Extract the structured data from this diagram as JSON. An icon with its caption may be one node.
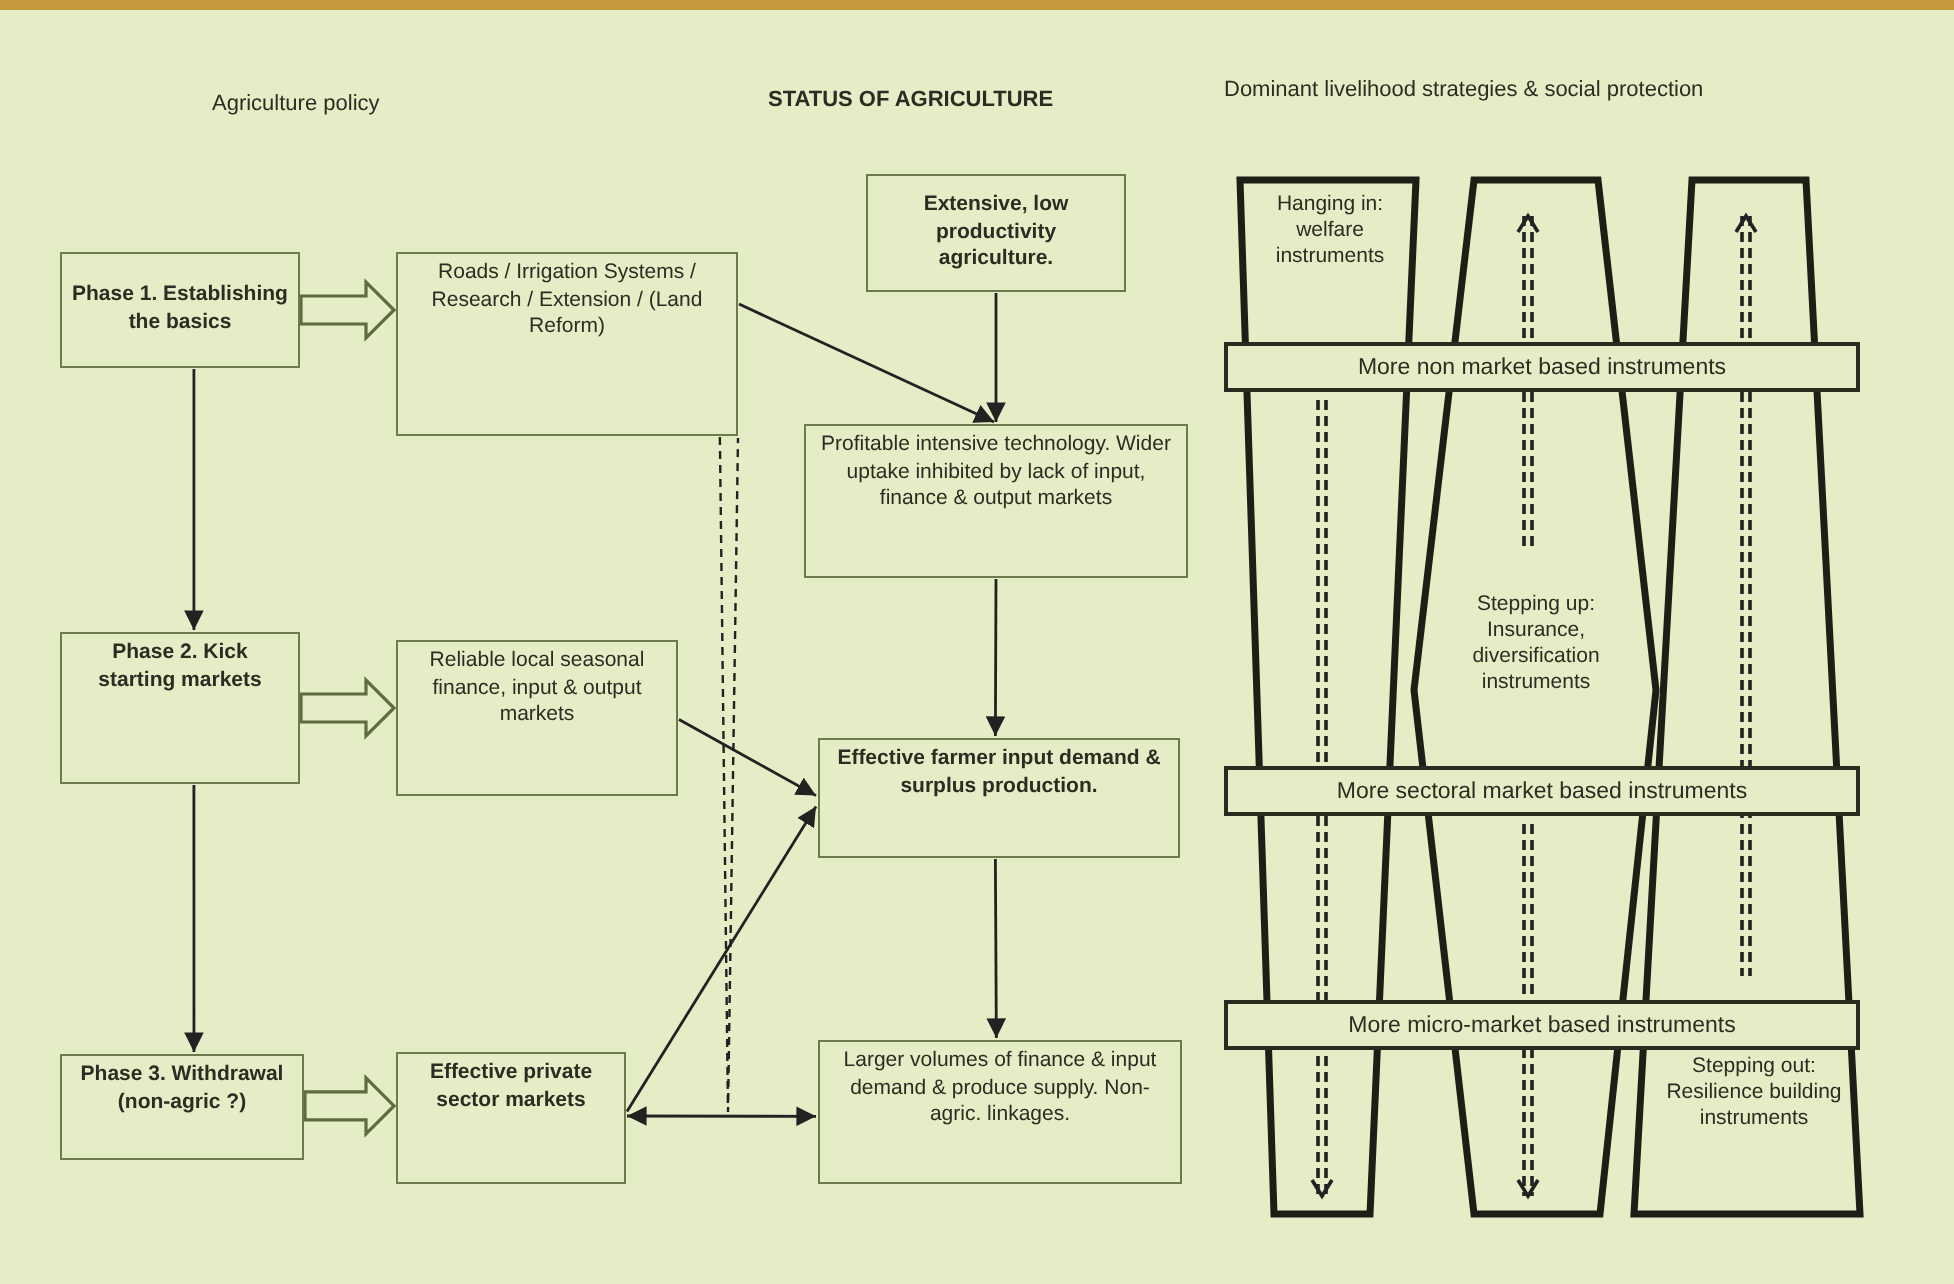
{
  "diagram": {
    "nodes": [
      {
        "text": [
          "Phase 1. Establishing the basics"
        ]
      },
      {
        "text": [
          "Roads / Irrigation Systems / Research / Extension / (Land Reform)"
        ]
      },
      {
        "text": [
          "Extensive, low productivity agriculture."
        ]
      },
      {
        "text": [
          "Profitable intensive technology. Wider uptake inhibited by lack of input, finance & output markets"
        ]
      },
      {
        "text": [
          "Phase 2. Kick starting markets"
        ]
      },
      {
        "text": [
          "Reliable local seasonal finance, input & output markets"
        ]
      },
      {
        "text": [
          "Effective farmer input demand & surplus production."
        ]
      },
      {
        "text": [
          "Phase 3. Withdrawal (non-agric ?)"
        ]
      },
      {
        "text": [
          "Effective private sector markets"
        ]
      },
      {
        "text": [
          "Larger volumes of finance & input demand & produce supply. Non-agric. linkages."
        ]
      },
      {
        "text": [
          "Hanging in: welfare instruments"
        ]
      },
      {
        "text": [
          "Stepping up: Insurance, diversification instruments"
        ]
      },
      {
        "text": [
          "Stepping out: Resilience building instruments"
        ]
      },
      {
        "text": [
          "More non market based instruments"
        ]
      },
      {
        "text": [
          "More sectoral market based instruments"
        ]
      },
      {
        "text": [
          "More micro-market based instruments"
        ]
      }
    ],
    "edges": [
      {
        "from": 0,
        "to": 1,
        "arrow": "to",
        "style": "thick"
      },
      {
        "from": 0,
        "to": 4,
        "arrow": "to"
      },
      {
        "from": 4,
        "to": 7,
        "arrow": "to"
      },
      {
        "from": 4,
        "to": 5,
        "arrow": "to",
        "style": "thick"
      },
      {
        "from": 7,
        "to": 8,
        "arrow": "to",
        "style": "thick"
      },
      {
        "from": 1,
        "to": 3,
        "arrow": "to"
      },
      {
        "from": 2,
        "to": 3,
        "arrow": "to"
      },
      {
        "from": 3,
        "to": 6,
        "arrow": "to"
      },
      {
        "from": 5,
        "to": 6,
        "arrow": "to"
      },
      {
        "from": 8,
        "to": 6,
        "arrow": "to"
      },
      {
        "from": 6,
        "to": 9,
        "arrow": "to"
      },
      {
        "from": 8,
        "to": 9,
        "arrow": "both"
      },
      {
        "from": 1,
        "to": null,
        "arrow": "none",
        "style": "dashed"
      }
    ],
    "labels": [
      "Agriculture policy",
      "STATUS OF AGRICULTURE",
      "Dominant livelihood strategies & social protection"
    ]
  }
}
